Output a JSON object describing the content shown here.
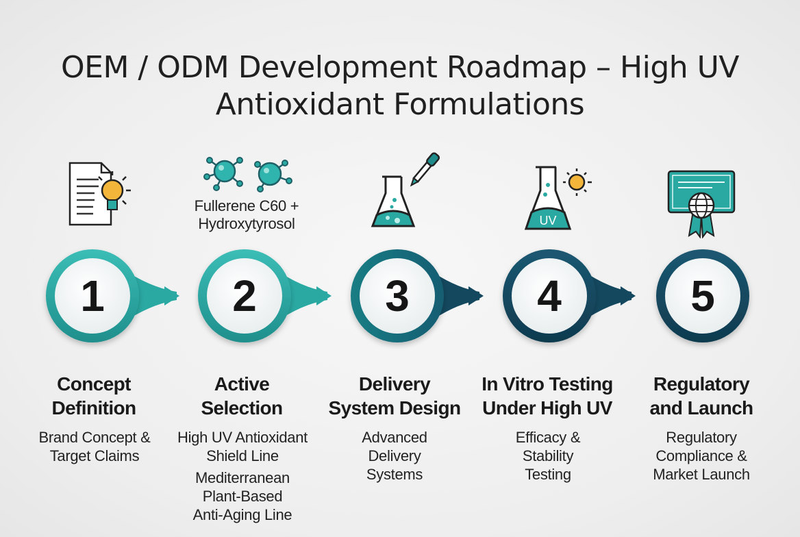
{
  "title": "OEM / ODM Development Roadmap – High UV Antioxidant Formulations",
  "colors": {
    "teal": "#2aa9a2",
    "teal_dark": "#1f8c8b",
    "navy": "#14485e",
    "navy_dark": "#0f3a4e",
    "accent_yellow": "#f4b63a",
    "background": "#eeeeee"
  },
  "icons": {
    "step1": "document-lightbulb-icon",
    "step2": "molecule-icon",
    "step3": "flask-dropper-icon",
    "step4": "uv-flask-sun-icon",
    "step5": "certificate-globe-icon"
  },
  "molecule_label": "Fullerene C60 +\nHydroxytyrosol",
  "uv_badge": "UV",
  "steps": [
    {
      "number": "1",
      "title": "Concept\nDefinition",
      "desc": [
        "Brand Concept &\nTarget Claims"
      ]
    },
    {
      "number": "2",
      "title": "Active\nSelection",
      "desc": [
        "High UV Antioxidant\nShield Line",
        "Mediterranean\nPlant-Based\nAnti-Aging Line"
      ]
    },
    {
      "number": "3",
      "title": "Delivery\nSystem Design",
      "desc": [
        "Advanced\nDelivery\nSystems"
      ]
    },
    {
      "number": "4",
      "title": "In Vitro Testing\nUnder High UV",
      "desc": [
        "Efficacy &\nStability\nTesting"
      ]
    },
    {
      "number": "5",
      "title": "Regulatory\nand Launch",
      "desc": [
        "Regulatory\nCompliance &\nMarket Launch"
      ]
    }
  ]
}
